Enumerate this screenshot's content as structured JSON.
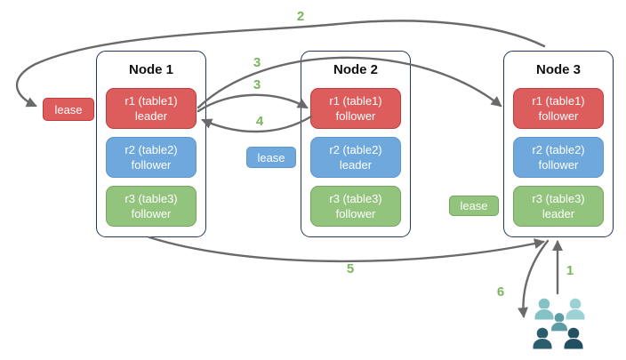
{
  "diagram": {
    "nodes": [
      {
        "name": "Node 1",
        "replicas": [
          {
            "label": "r1 (table1)",
            "role": "leader",
            "color": "red"
          },
          {
            "label": "r2 (table2)",
            "role": "follower",
            "color": "blue"
          },
          {
            "label": "r3 (table3)",
            "role": "follower",
            "color": "green"
          }
        ]
      },
      {
        "name": "Node 2",
        "replicas": [
          {
            "label": "r1 (table1)",
            "role": "follower",
            "color": "red"
          },
          {
            "label": "r2 (table2)",
            "role": "leader",
            "color": "blue"
          },
          {
            "label": "r3 (table3)",
            "role": "follower",
            "color": "green"
          }
        ]
      },
      {
        "name": "Node 3",
        "replicas": [
          {
            "label": "r1 (table1)",
            "role": "follower",
            "color": "red"
          },
          {
            "label": "r2 (table2)",
            "role": "follower",
            "color": "blue"
          },
          {
            "label": "r3 (table3)",
            "role": "leader",
            "color": "green"
          }
        ]
      }
    ],
    "leases": [
      {
        "label": "lease",
        "color": "red"
      },
      {
        "label": "lease",
        "color": "blue"
      },
      {
        "label": "lease",
        "color": "green"
      }
    ],
    "steps": {
      "s1": "1",
      "s2": "2",
      "s3a": "3",
      "s3b": "3",
      "s4": "4",
      "s5": "5",
      "s6": "6"
    },
    "arrows": [
      {
        "step": "1",
        "from": "users",
        "to": "node3-bottom"
      },
      {
        "step": "2",
        "from": "node3-top",
        "to": "node1-lease"
      },
      {
        "step": "3",
        "from": "node1-r1-leader",
        "to": "node3-r1-follower"
      },
      {
        "step": "3",
        "from": "node1-r1-leader",
        "to": "node2-r1-follower"
      },
      {
        "step": "4",
        "from": "node2-r1-follower",
        "to": "node1-r1-leader"
      },
      {
        "step": "5",
        "from": "node1-bottom",
        "to": "node3-bottom"
      },
      {
        "step": "6",
        "from": "node3-bottom",
        "to": "users"
      }
    ],
    "users_icon": "group-of-five-users"
  },
  "colors": {
    "background": "#FFFFFF",
    "node_border": "#24365B",
    "title_text": "#111111",
    "text_on_box": "#FFFFFF",
    "red_fill": "#DD5C5C",
    "red_border": "#C13B3B",
    "blue_fill": "#6FA8DC",
    "blue_border": "#5E95CB",
    "green_fill": "#93C47D",
    "green_border": "#74A55B",
    "arrow": "#6A6A6A",
    "step_label": "#7CB65B",
    "users_light": "#84C2C6",
    "users_lighter": "#9DD2D5",
    "users_mid": "#5E9CA5",
    "users_dark": "#2C5D6F",
    "users_darker": "#234F63"
  }
}
